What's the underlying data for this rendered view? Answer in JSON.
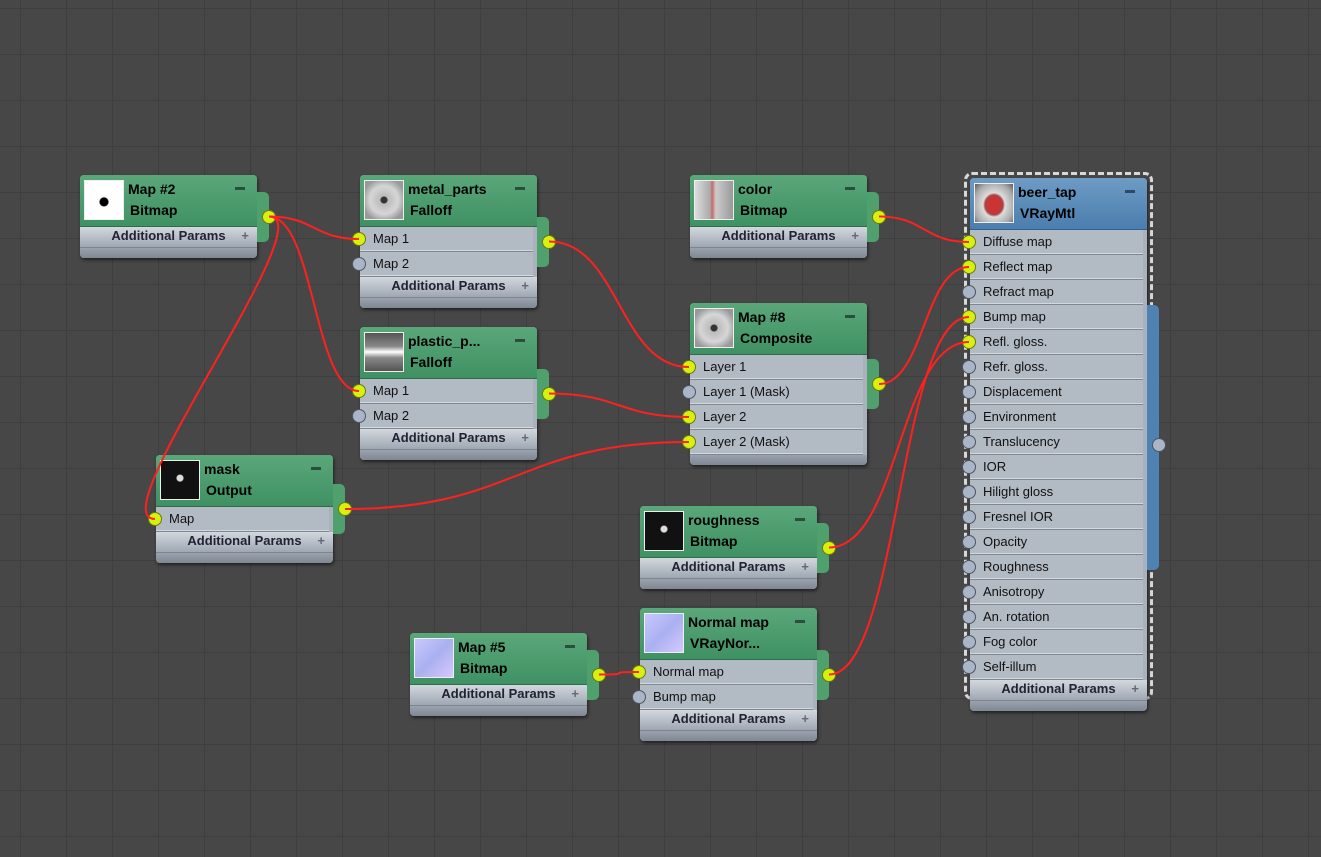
{
  "nodes": [
    {
      "id": "map2",
      "name": "Map #2",
      "type": "Bitmap",
      "thumb": "white-dot",
      "slots": [],
      "additional": "Additional Params"
    },
    {
      "id": "metal",
      "name": "metal_parts",
      "type": "Falloff",
      "thumb": "gray-sphere",
      "slots": [
        {
          "label": "Map 1",
          "connected": true
        },
        {
          "label": "Map 2",
          "connected": false
        }
      ],
      "additional": "Additional Params"
    },
    {
      "id": "plastic",
      "name": "plastic_p...",
      "type": "Falloff",
      "thumb": "gray-band",
      "slots": [
        {
          "label": "Map 1",
          "connected": true
        },
        {
          "label": "Map 2",
          "connected": false
        }
      ],
      "additional": "Additional Params"
    },
    {
      "id": "mask",
      "name": "mask",
      "type": "Output",
      "thumb": "black-dot",
      "slots": [
        {
          "label": "Map",
          "connected": true
        }
      ],
      "additional": "Additional Params"
    },
    {
      "id": "color",
      "name": "color",
      "type": "Bitmap",
      "thumb": "color-tex",
      "slots": [],
      "additional": "Additional Params"
    },
    {
      "id": "map8",
      "name": "Map #8",
      "type": "Composite",
      "thumb": "gray-sphere",
      "slots": [
        {
          "label": "Layer 1",
          "connected": true
        },
        {
          "label": "Layer 1 (Mask)",
          "connected": false
        },
        {
          "label": "Layer 2",
          "connected": true
        },
        {
          "label": "Layer 2 (Mask)",
          "connected": true
        }
      ],
      "additional": null
    },
    {
      "id": "rough",
      "name": "roughness",
      "type": "Bitmap",
      "thumb": "black-dot",
      "slots": [],
      "additional": "Additional Params"
    },
    {
      "id": "map5",
      "name": "Map #5",
      "type": "Bitmap",
      "thumb": "normal",
      "slots": [],
      "additional": "Additional Params"
    },
    {
      "id": "normal",
      "name": "Normal map",
      "type": "VRayNor...",
      "thumb": "normal",
      "slots": [
        {
          "label": "Normal map",
          "connected": true
        },
        {
          "label": "Bump map",
          "connected": false
        }
      ],
      "additional": "Additional Params"
    },
    {
      "id": "beer",
      "name": "beer_tap",
      "type": "VRayMtl",
      "thumb": "material",
      "material": true,
      "slots": [
        {
          "label": "Diffuse map",
          "connected": true
        },
        {
          "label": "Reflect map",
          "connected": true
        },
        {
          "label": "Refract map",
          "connected": false
        },
        {
          "label": "Bump map",
          "connected": true
        },
        {
          "label": "Refl. gloss.",
          "connected": true
        },
        {
          "label": "Refr. gloss.",
          "connected": false
        },
        {
          "label": "Displacement",
          "connected": false
        },
        {
          "label": "Environment",
          "connected": false
        },
        {
          "label": "Translucency",
          "connected": false
        },
        {
          "label": "IOR",
          "connected": false
        },
        {
          "label": "Hilight gloss",
          "connected": false
        },
        {
          "label": "Fresnel IOR",
          "connected": false
        },
        {
          "label": "Opacity",
          "connected": false
        },
        {
          "label": "Roughness",
          "connected": false
        },
        {
          "label": "Anisotropy",
          "connected": false
        },
        {
          "label": "An. rotation",
          "connected": false
        },
        {
          "label": "Fog color",
          "connected": false
        },
        {
          "label": "Self-illum",
          "connected": false
        }
      ],
      "additional": "Additional Params"
    }
  ],
  "connections": [
    {
      "from": "map2",
      "to": "metal",
      "slot": 0
    },
    {
      "from": "map2",
      "to": "plastic",
      "slot": 0
    },
    {
      "from": "map2",
      "to": "mask",
      "slot": 0
    },
    {
      "from": "metal",
      "to": "map8",
      "slot": 0
    },
    {
      "from": "plastic",
      "to": "map8",
      "slot": 2
    },
    {
      "from": "mask",
      "to": "map8",
      "slot": 3
    },
    {
      "from": "color",
      "to": "beer",
      "slot": 0
    },
    {
      "from": "map8",
      "to": "beer",
      "slot": 1
    },
    {
      "from": "rough",
      "to": "beer",
      "slot": 4
    },
    {
      "from": "normal",
      "to": "beer",
      "slot": 3
    },
    {
      "from": "map5",
      "to": "normal",
      "slot": 0
    }
  ],
  "colors": {
    "wire": "#ff2020",
    "socket_connected": "#d8f010",
    "map_header": "#4f9d6f",
    "material_header": "#5a8cbb",
    "canvas": "#474747"
  }
}
